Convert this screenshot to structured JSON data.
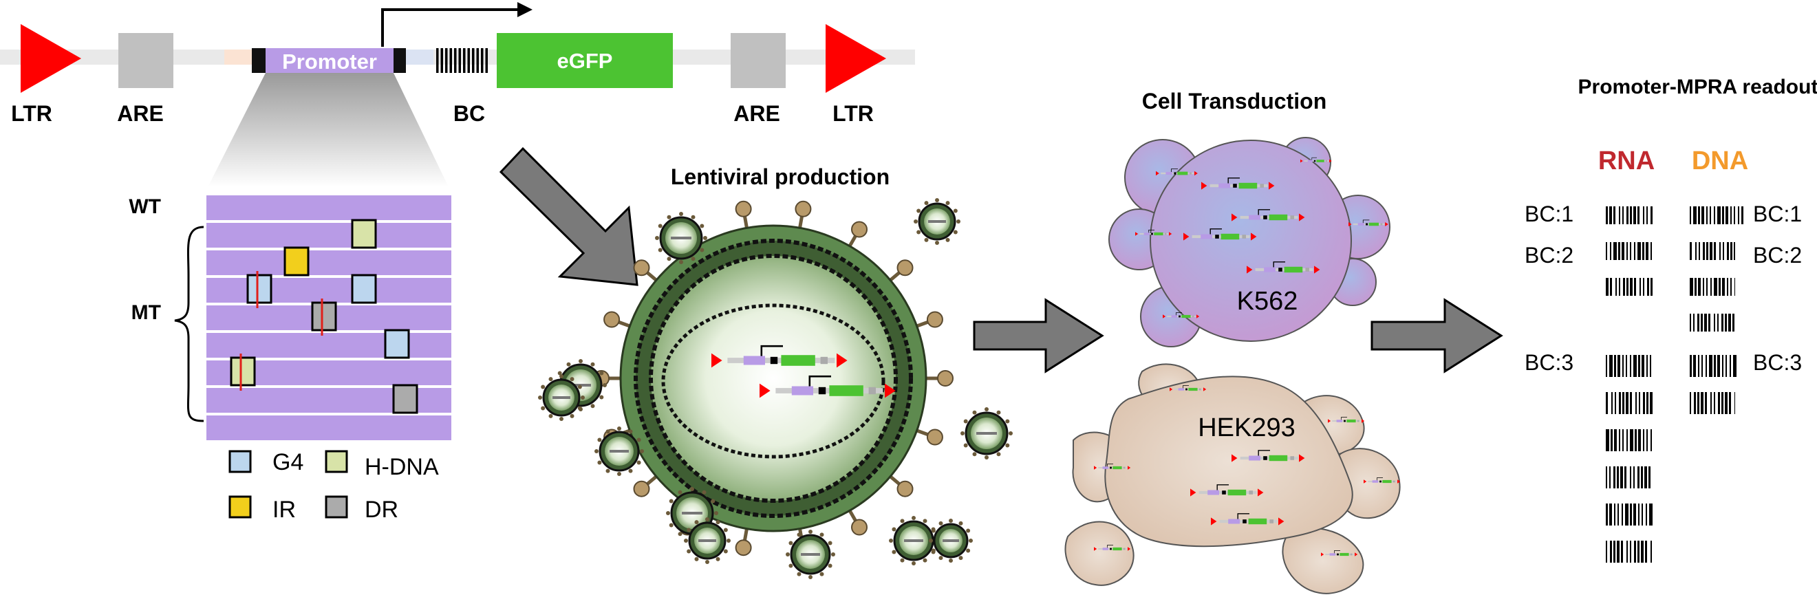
{
  "construct": {
    "ltr_left": "LTR",
    "ltr_right": "LTR",
    "are_left": "ARE",
    "are_right": "ARE",
    "promoter": "Promoter",
    "bc": "BC",
    "egfp": "eGFP"
  },
  "promoter_variants": {
    "wt_label": "WT",
    "mt_label": "MT",
    "legend": [
      {
        "key": "g4",
        "label": "G4",
        "color": "#bcd6ee"
      },
      {
        "key": "hdna",
        "label": "H-DNA",
        "color": "#d8e3a8"
      },
      {
        "key": "ir",
        "label": "IR",
        "color": "#f2cf1c"
      },
      {
        "key": "dr",
        "label": "DR",
        "color": "#ababab"
      }
    ]
  },
  "lentiviral": {
    "title": "Lentiviral production"
  },
  "transduction": {
    "title": "Cell Transduction",
    "cell1": "K562",
    "cell2": "HEK293"
  },
  "readout": {
    "title": "Promoter-MPRA readout",
    "rna_label": "RNA",
    "dna_label": "DNA",
    "rna_color": "#c0282e",
    "dna_color": "#f39a2c",
    "bc_left": [
      "BC:1",
      "BC:2",
      "BC:3"
    ],
    "bc_right": [
      "BC:1",
      "BC:2",
      "BC:3"
    ]
  },
  "colors": {
    "ltr": "#ff0000",
    "are": "#c0c0c0",
    "promoter": "#b89be6",
    "egfp": "#4cc332",
    "arrow": "#7a7a7a",
    "virus_green": "#5e8a4f",
    "k562": "#b59ad8",
    "hek293": "#e2ccbb"
  }
}
